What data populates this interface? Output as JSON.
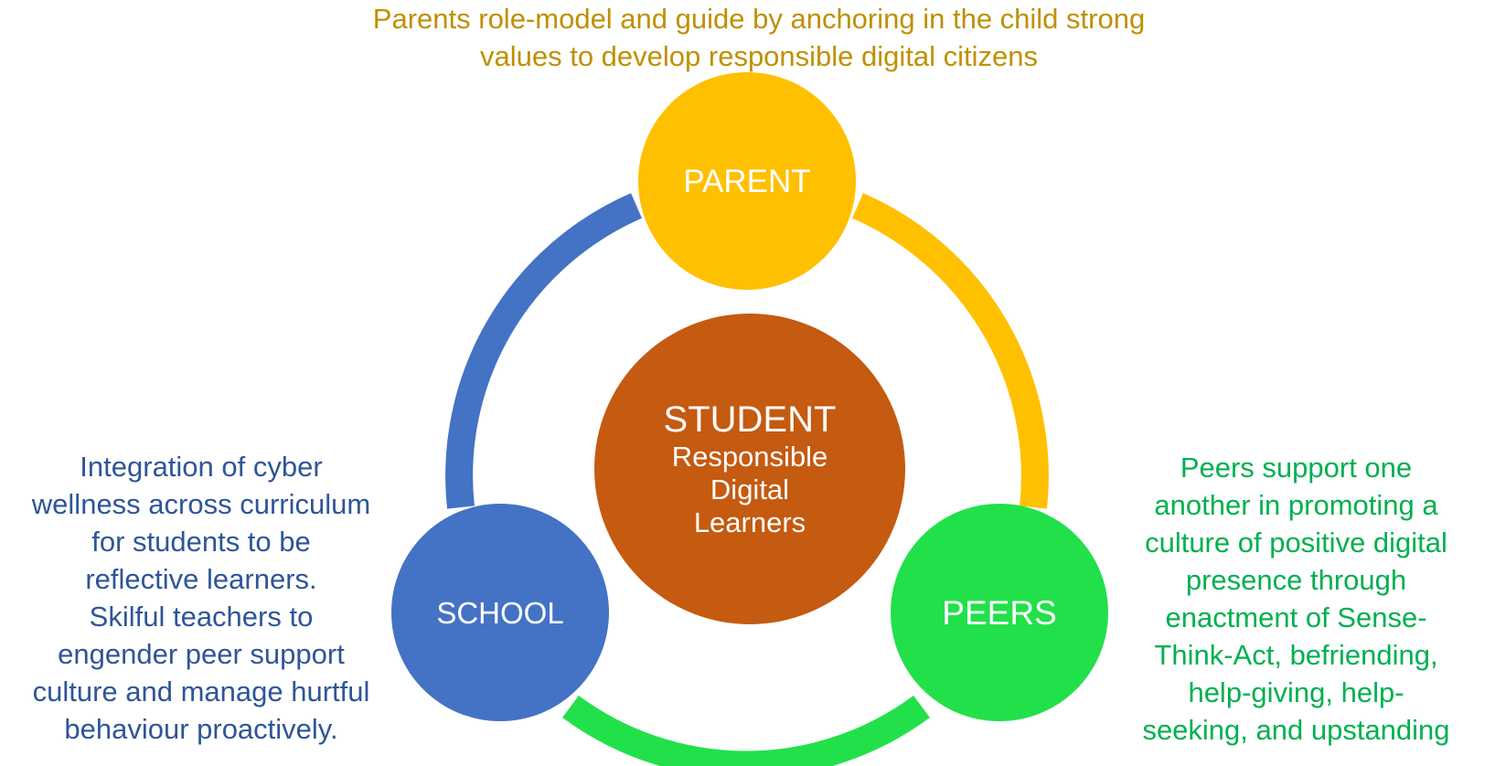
{
  "colors": {
    "parent": "#FFC000",
    "school": "#4472C4",
    "peers": "#22E04A",
    "student": "#C55A11",
    "parent_text": "#BF9000",
    "school_text": "#2F5597",
    "peers_text": "#00B050",
    "node_label": "#ffffff"
  },
  "nodes": {
    "parent": {
      "label": "PARENT"
    },
    "school": {
      "label": "SCHOOL"
    },
    "peers": {
      "label": "PEERS"
    },
    "student": {
      "title": "STUDENT",
      "subtitle": [
        "Responsible",
        "Digital",
        "Learners"
      ]
    }
  },
  "captions": {
    "parent": [
      "Parents role-model and guide by anchoring in the child strong",
      "values to develop responsible digital citizens"
    ],
    "school": [
      "Integration of cyber",
      "wellness across curriculum",
      "for students  to be",
      "reflective learners.",
      "Skilful teachers to",
      "engender peer support",
      "culture and manage hurtful",
      "behaviour proactively."
    ],
    "peers": [
      "Peers support one",
      "another in promoting a",
      "culture of positive digital",
      "presence through",
      "enactment of Sense-",
      "Think-Act, befriending,",
      "help-giving, help-",
      "seeking, and upstanding"
    ]
  }
}
